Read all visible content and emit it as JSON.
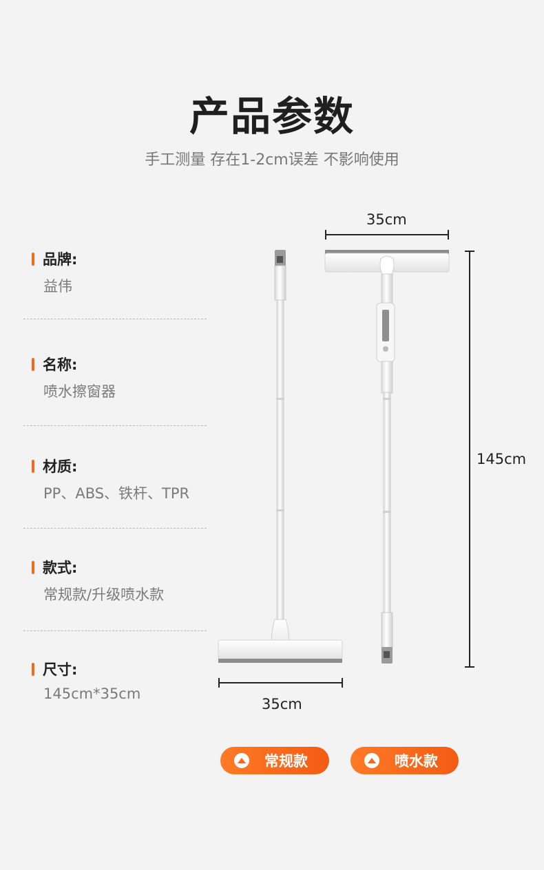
{
  "header": {
    "title": "产品参数",
    "subtitle": "手工测量 存在1-2cm误差 不影响使用"
  },
  "specs": [
    {
      "label": "品牌:",
      "value": "益伟"
    },
    {
      "label": "名称:",
      "value": "喷水擦窗器"
    },
    {
      "label": "材质:",
      "value": "PP、ABS、铁杆、TPR"
    },
    {
      "label": "款式:",
      "value": "常规款/升级喷水款"
    },
    {
      "label": "尺寸:",
      "value": "145cm*35cm"
    }
  ],
  "dimensions": {
    "regular_width": "35cm",
    "spray_width": "35cm",
    "spray_height": "145cm"
  },
  "buttons": {
    "regular": "常规款",
    "spray": "喷水款"
  },
  "colors": {
    "accent": "#ef6b21",
    "background": "#f3f3f3"
  }
}
